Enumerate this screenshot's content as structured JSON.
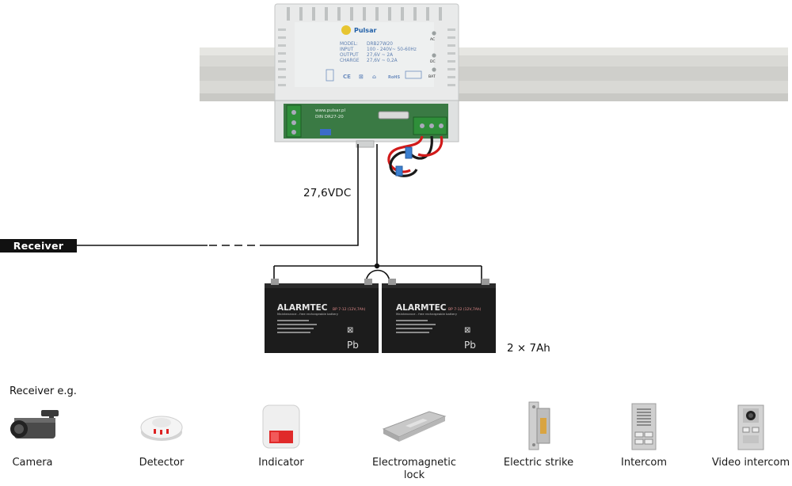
{
  "psu": {
    "brand": "Pulsar",
    "model_label": "MODEL:",
    "model_value": "DRB27W20",
    "input_label": "INPUT",
    "input_value": "100 - 240V~ 50-60Hz",
    "output_label": "OUTPUT",
    "output_value": "27,6V ~ 2A",
    "charge_label": "CHARGE",
    "charge_value": "27,6V ~ 0,2A",
    "led_ac": "AC",
    "led_dc": "DC",
    "led_bat": "BAT",
    "pcb_url": "www.pulsar.pl",
    "pcb_model": "DIN DR27-20"
  },
  "diagram": {
    "voltage_label": "27,6VDC",
    "receiver_tag": "Receiver",
    "battery_capacity": "2 × 7Ah",
    "receiver_eg": "Receiver e.g."
  },
  "batteries": [
    {
      "brand": "ALARMTEC",
      "model": "BP 7-12 (12V,7Ah)",
      "subtitle": "Maintenance - free rechargeable battery",
      "chem": "Pb"
    },
    {
      "brand": "ALARMTEC",
      "model": "BP 7-12 (12V,7Ah)",
      "subtitle": "Maintenance - free rechargeable battery",
      "chem": "Pb"
    }
  ],
  "receivers": [
    {
      "icon": "camera-icon",
      "label": "Camera"
    },
    {
      "icon": "detector-icon",
      "label": "Detector"
    },
    {
      "icon": "indicator-icon",
      "label": "Indicator"
    },
    {
      "icon": "electromagnetic-lock-icon",
      "label": "Electromagnetic lock"
    },
    {
      "icon": "electric-strike-icon",
      "label": "Electric strike"
    },
    {
      "icon": "intercom-icon",
      "label": "Intercom"
    },
    {
      "icon": "video-intercom-icon",
      "label": "Video intercom"
    }
  ],
  "colors": {
    "din_rail": "#d8d8d4",
    "psu_body": "#e9eaea",
    "pcb_green": "#3a7a44",
    "wire_red": "#d11a1a",
    "wire_black": "#1a1a1a",
    "battery_body": "#1c1c1c",
    "receiver_tag_bg": "#111111"
  }
}
